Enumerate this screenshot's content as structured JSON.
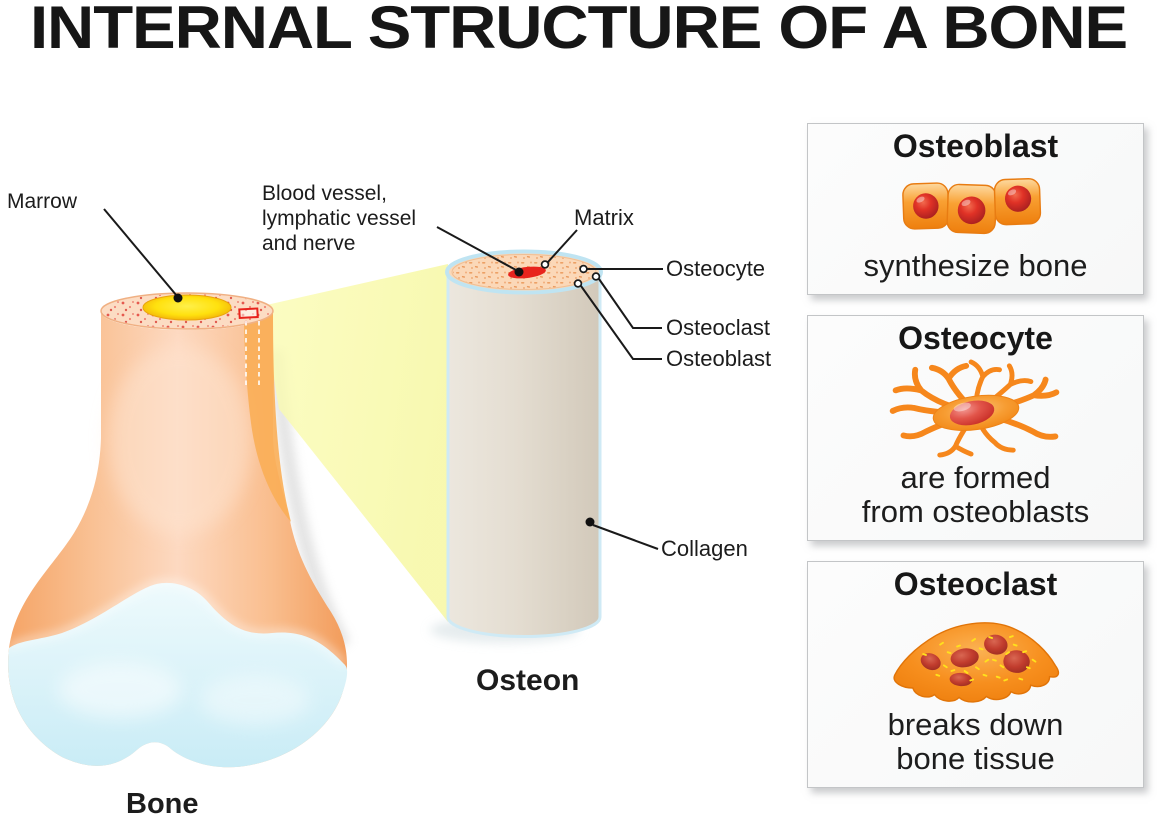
{
  "title": "INTERNAL STRUCTURE OF A BONE",
  "diagram": {
    "labels": {
      "marrow": "Marrow",
      "blood_vessel_lines": [
        "Blood vessel,",
        "lymphatic vessel",
        "and nerve"
      ],
      "matrix": "Matrix",
      "osteocyte": "Osteocyte",
      "osteoclast": "Osteoclast",
      "osteoblast": "Osteoblast",
      "collagen": "Collagen",
      "osteon": "Osteon",
      "bone": "Bone"
    }
  },
  "panels": [
    {
      "title": "Osteoblast",
      "icon": "osteoblast-cells-illustration",
      "caption_lines": [
        "synthesize bone"
      ]
    },
    {
      "title": "Osteocyte",
      "icon": "osteocyte-cell-illustration",
      "caption_lines": [
        "are formed",
        "from osteoblasts"
      ]
    },
    {
      "title": "Osteoclast",
      "icon": "osteoclast-cell-illustration",
      "caption_lines": [
        "breaks down",
        "bone tissue"
      ]
    }
  ],
  "colors": {
    "bone_peach": "#f6ab72",
    "bone_light": "#fcd8bd",
    "bone_top_speckle": "#e2433b",
    "marrow_yellow": "#ffe612",
    "cartilage_blue": "#d9f1f9",
    "beam_yellow": "#f8f9a8",
    "osteon_body_beige": "#ddd5c7",
    "osteon_top_peach": "#fbd8b8",
    "osteon_rim_blue": "#bfe4f2",
    "cell_orange": "#f7941d",
    "nucleus_red": "#cc2229",
    "leader_line_black": "#1a1a1a",
    "panel_border_gray": "#c3c5c7",
    "vessel_red": "#e8231d"
  }
}
